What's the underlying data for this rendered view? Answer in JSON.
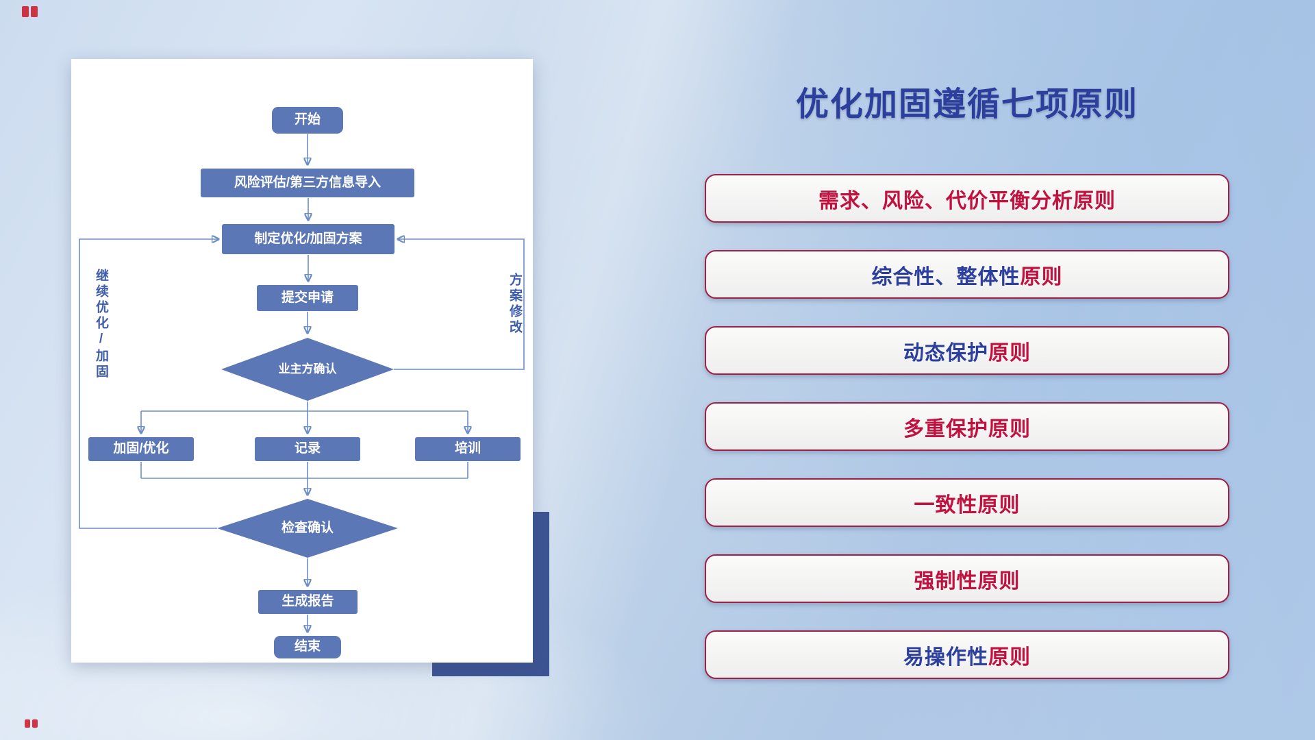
{
  "slide": {
    "title": "优化加固遵循七项原则"
  },
  "colors": {
    "node-fill": "#5c77b5",
    "node-text": "#ffffff",
    "connector": "#6b8ec9",
    "shadow-block": "#3d5493",
    "red-text": "#c0113f",
    "blue-text": "#2c3f9d",
    "card-border": "#a21f44",
    "title-color": "#2c3f9d",
    "vlabel-color": "#3f5ea9",
    "logo-red": "#cc2030"
  },
  "flowchart": {
    "nodes": {
      "start": "开始",
      "risk_import": "风险评估/第三方信息导入",
      "make_plan": "制定优化/加固方案",
      "submit_request": "提交申请",
      "owner_confirm": "业主方确认",
      "reinforce_optimize": "加固/优化",
      "record": "记录",
      "training": "培训",
      "check_confirm": "检查确认",
      "generate_report": "生成报告",
      "end": "结束"
    },
    "loop_labels": {
      "continue_optimize": "继续优化/加固",
      "plan_revision": "方案修改"
    },
    "edges": [
      {
        "from": "start",
        "to": "risk_import"
      },
      {
        "from": "risk_import",
        "to": "make_plan"
      },
      {
        "from": "make_plan",
        "to": "submit_request"
      },
      {
        "from": "submit_request",
        "to": "owner_confirm"
      },
      {
        "from": "owner_confirm",
        "to": "reinforce_optimize"
      },
      {
        "from": "owner_confirm",
        "to": "record"
      },
      {
        "from": "owner_confirm",
        "to": "training"
      },
      {
        "from": "reinforce_optimize",
        "to": "check_confirm"
      },
      {
        "from": "record",
        "to": "check_confirm"
      },
      {
        "from": "training",
        "to": "check_confirm"
      },
      {
        "from": "check_confirm",
        "to": "generate_report"
      },
      {
        "from": "generate_report",
        "to": "end"
      },
      {
        "from": "owner_confirm",
        "to": "make_plan",
        "label": "方案修改"
      },
      {
        "from": "check_confirm",
        "to": "make_plan",
        "label": "继续优化/加固"
      }
    ]
  },
  "principles": [
    {
      "segments": [
        {
          "t": "需求、风险、代价平衡分析原则",
          "c": "red-text"
        }
      ]
    },
    {
      "segments": [
        {
          "t": "综合性、整体性",
          "c": "blue-text"
        },
        {
          "t": "原则",
          "c": "red-text"
        }
      ]
    },
    {
      "segments": [
        {
          "t": "动态保护",
          "c": "blue-text"
        },
        {
          "t": "原则",
          "c": "red-text"
        }
      ]
    },
    {
      "segments": [
        {
          "t": "多重保护原则",
          "c": "red-text"
        }
      ]
    },
    {
      "segments": [
        {
          "t": "一致性原则",
          "c": "red-text"
        }
      ]
    },
    {
      "segments": [
        {
          "t": "强制性原则",
          "c": "red-text"
        }
      ]
    },
    {
      "segments": [
        {
          "t": "易操作性",
          "c": "blue-text"
        },
        {
          "t": "原则",
          "c": "red-text"
        }
      ]
    }
  ]
}
